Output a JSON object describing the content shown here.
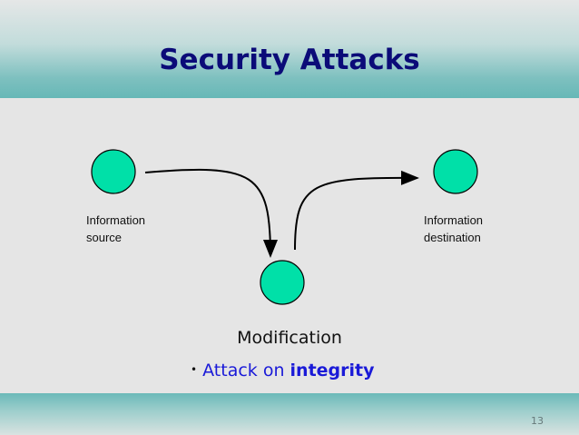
{
  "title": "Security Attacks",
  "labels": {
    "source_line1": "Information",
    "source_line2": "source",
    "dest_line1": "Information",
    "dest_line2": "destination"
  },
  "caption": "Modification",
  "bullet": {
    "marker": "•",
    "text": "Attack on ",
    "emphasis": "integrity"
  },
  "page_number": "13",
  "colors": {
    "node": "#00e0a8",
    "title": "#0b0b78"
  }
}
